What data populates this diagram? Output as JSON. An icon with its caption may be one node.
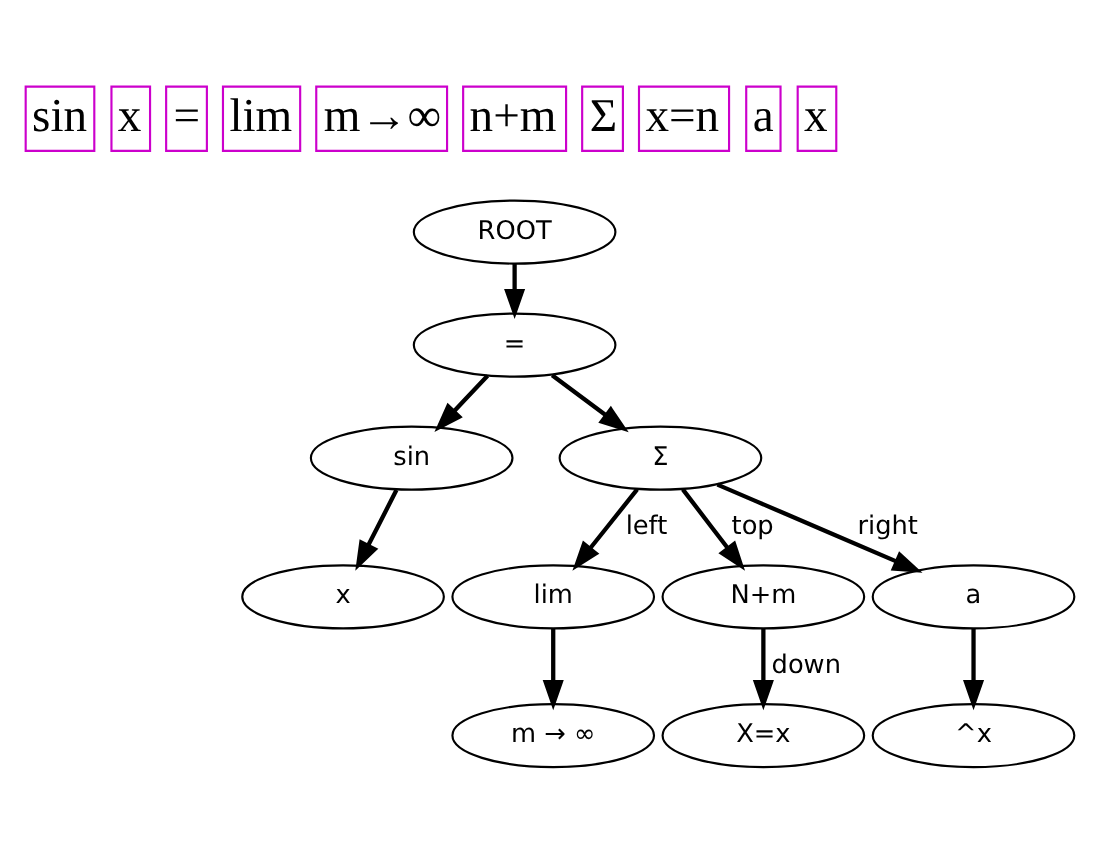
{
  "diagram": {
    "nodes": [
      {
        "text": [
          "ROOT"
        ]
      },
      {
        "text": [
          "="
        ]
      },
      {
        "text": [
          "sin"
        ]
      },
      {
        "text": [
          "Σ"
        ]
      },
      {
        "text": [
          "x"
        ]
      },
      {
        "text": [
          "lim"
        ]
      },
      {
        "text": [
          "N+m"
        ]
      },
      {
        "text": [
          "a"
        ]
      },
      {
        "text": [
          "m → ∞"
        ]
      },
      {
        "text": [
          "X=x"
        ]
      },
      {
        "text": [
          "^x"
        ]
      }
    ],
    "edges": [
      {
        "from": 0,
        "to": 1,
        "arrow": "to"
      },
      {
        "from": 1,
        "to": 2,
        "arrow": "to"
      },
      {
        "from": 1,
        "to": 3,
        "arrow": "to"
      },
      {
        "from": 2,
        "to": 4,
        "arrow": "to"
      },
      {
        "from": 3,
        "to": 5,
        "label": "left",
        "arrow": "to"
      },
      {
        "from": 3,
        "to": 6,
        "label": "top",
        "arrow": "to"
      },
      {
        "from": 3,
        "to": 7,
        "label": "right",
        "arrow": "to"
      },
      {
        "from": 5,
        "to": 8,
        "arrow": "to"
      },
      {
        "from": 6,
        "to": 9,
        "label": "down",
        "arrow": "to"
      },
      {
        "from": 7,
        "to": 10,
        "arrow": "to"
      }
    ],
    "labels": [
      "sin",
      "x",
      "=",
      "lim",
      "m→∞",
      "n+m",
      "Σ",
      "x=n",
      "a",
      "x"
    ]
  }
}
